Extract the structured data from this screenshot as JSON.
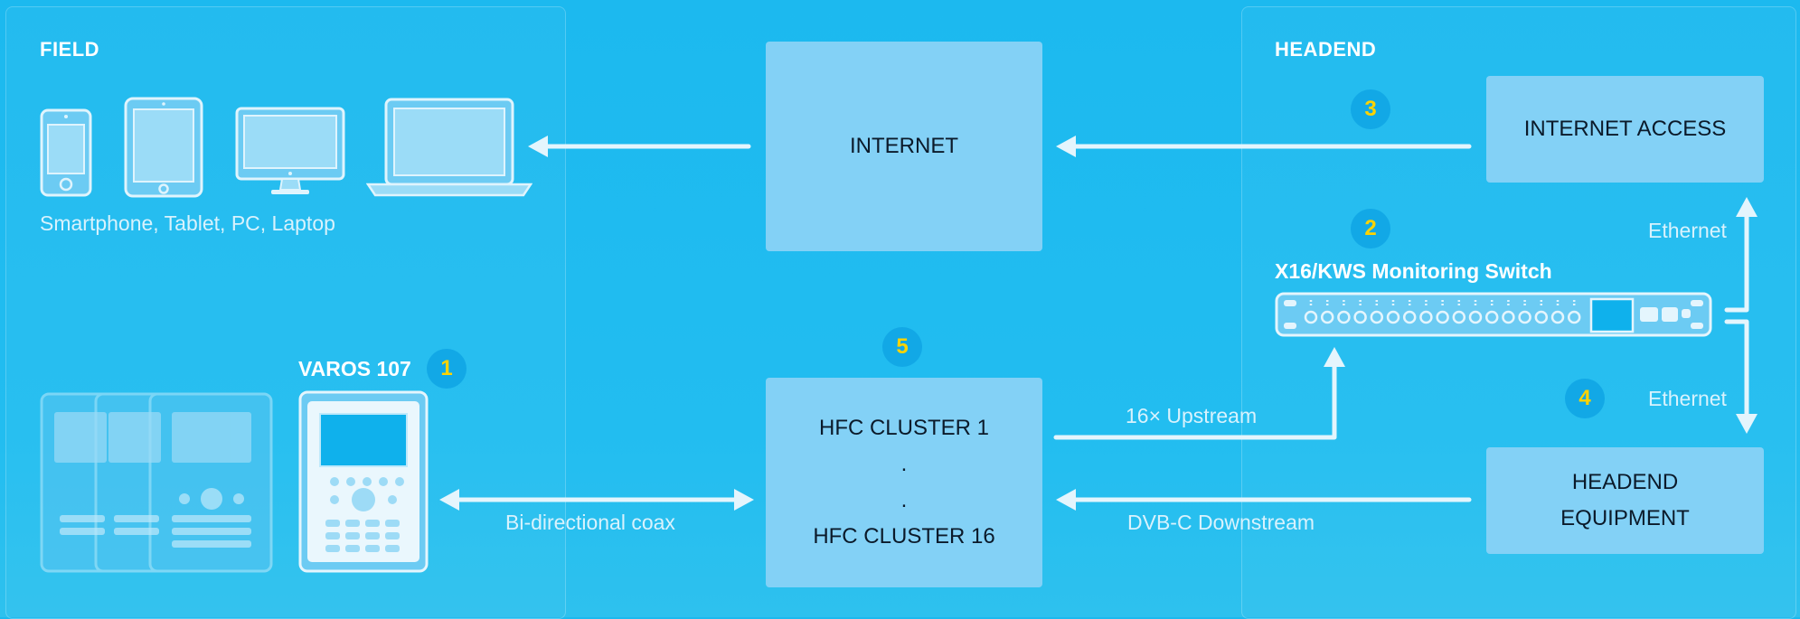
{
  "colors": {
    "background": "#1cb9ef",
    "box": "#83d1f6",
    "badge": "#12a8e6",
    "badge_number": "#ffd300",
    "line": "#e4f5fd"
  },
  "field": {
    "title": "FIELD",
    "devices_caption": "Smartphone, Tablet, PC, Laptop",
    "device_icons": [
      "smartphone-icon",
      "tablet-icon",
      "monitor-icon",
      "laptop-icon"
    ],
    "meter_label": "VAROS 107",
    "meter_badge": "1"
  },
  "headend": {
    "title": "HEADEND",
    "switch_label": "X16/KWS Monitoring Switch",
    "switch_badge": "2",
    "access_badge": "3",
    "equipment_badge": "4"
  },
  "internet_box": {
    "label": "INTERNET"
  },
  "internet_access_box": {
    "label": "INTERNET ACCESS"
  },
  "hfc_box": {
    "line1": "HFC CLUSTER 1",
    "dot1": ".",
    "dot2": ".",
    "line2": "HFC CLUSTER 16",
    "badge": "5"
  },
  "headend_equipment_box": {
    "line1": "HEADEND",
    "line2": "EQUIPMENT"
  },
  "connections": {
    "coax": "Bi-directional coax",
    "upstream": "16× Upstream",
    "downstream": "DVB-C Downstream",
    "ethernet_top": "Ethernet",
    "ethernet_bottom": "Ethernet"
  }
}
